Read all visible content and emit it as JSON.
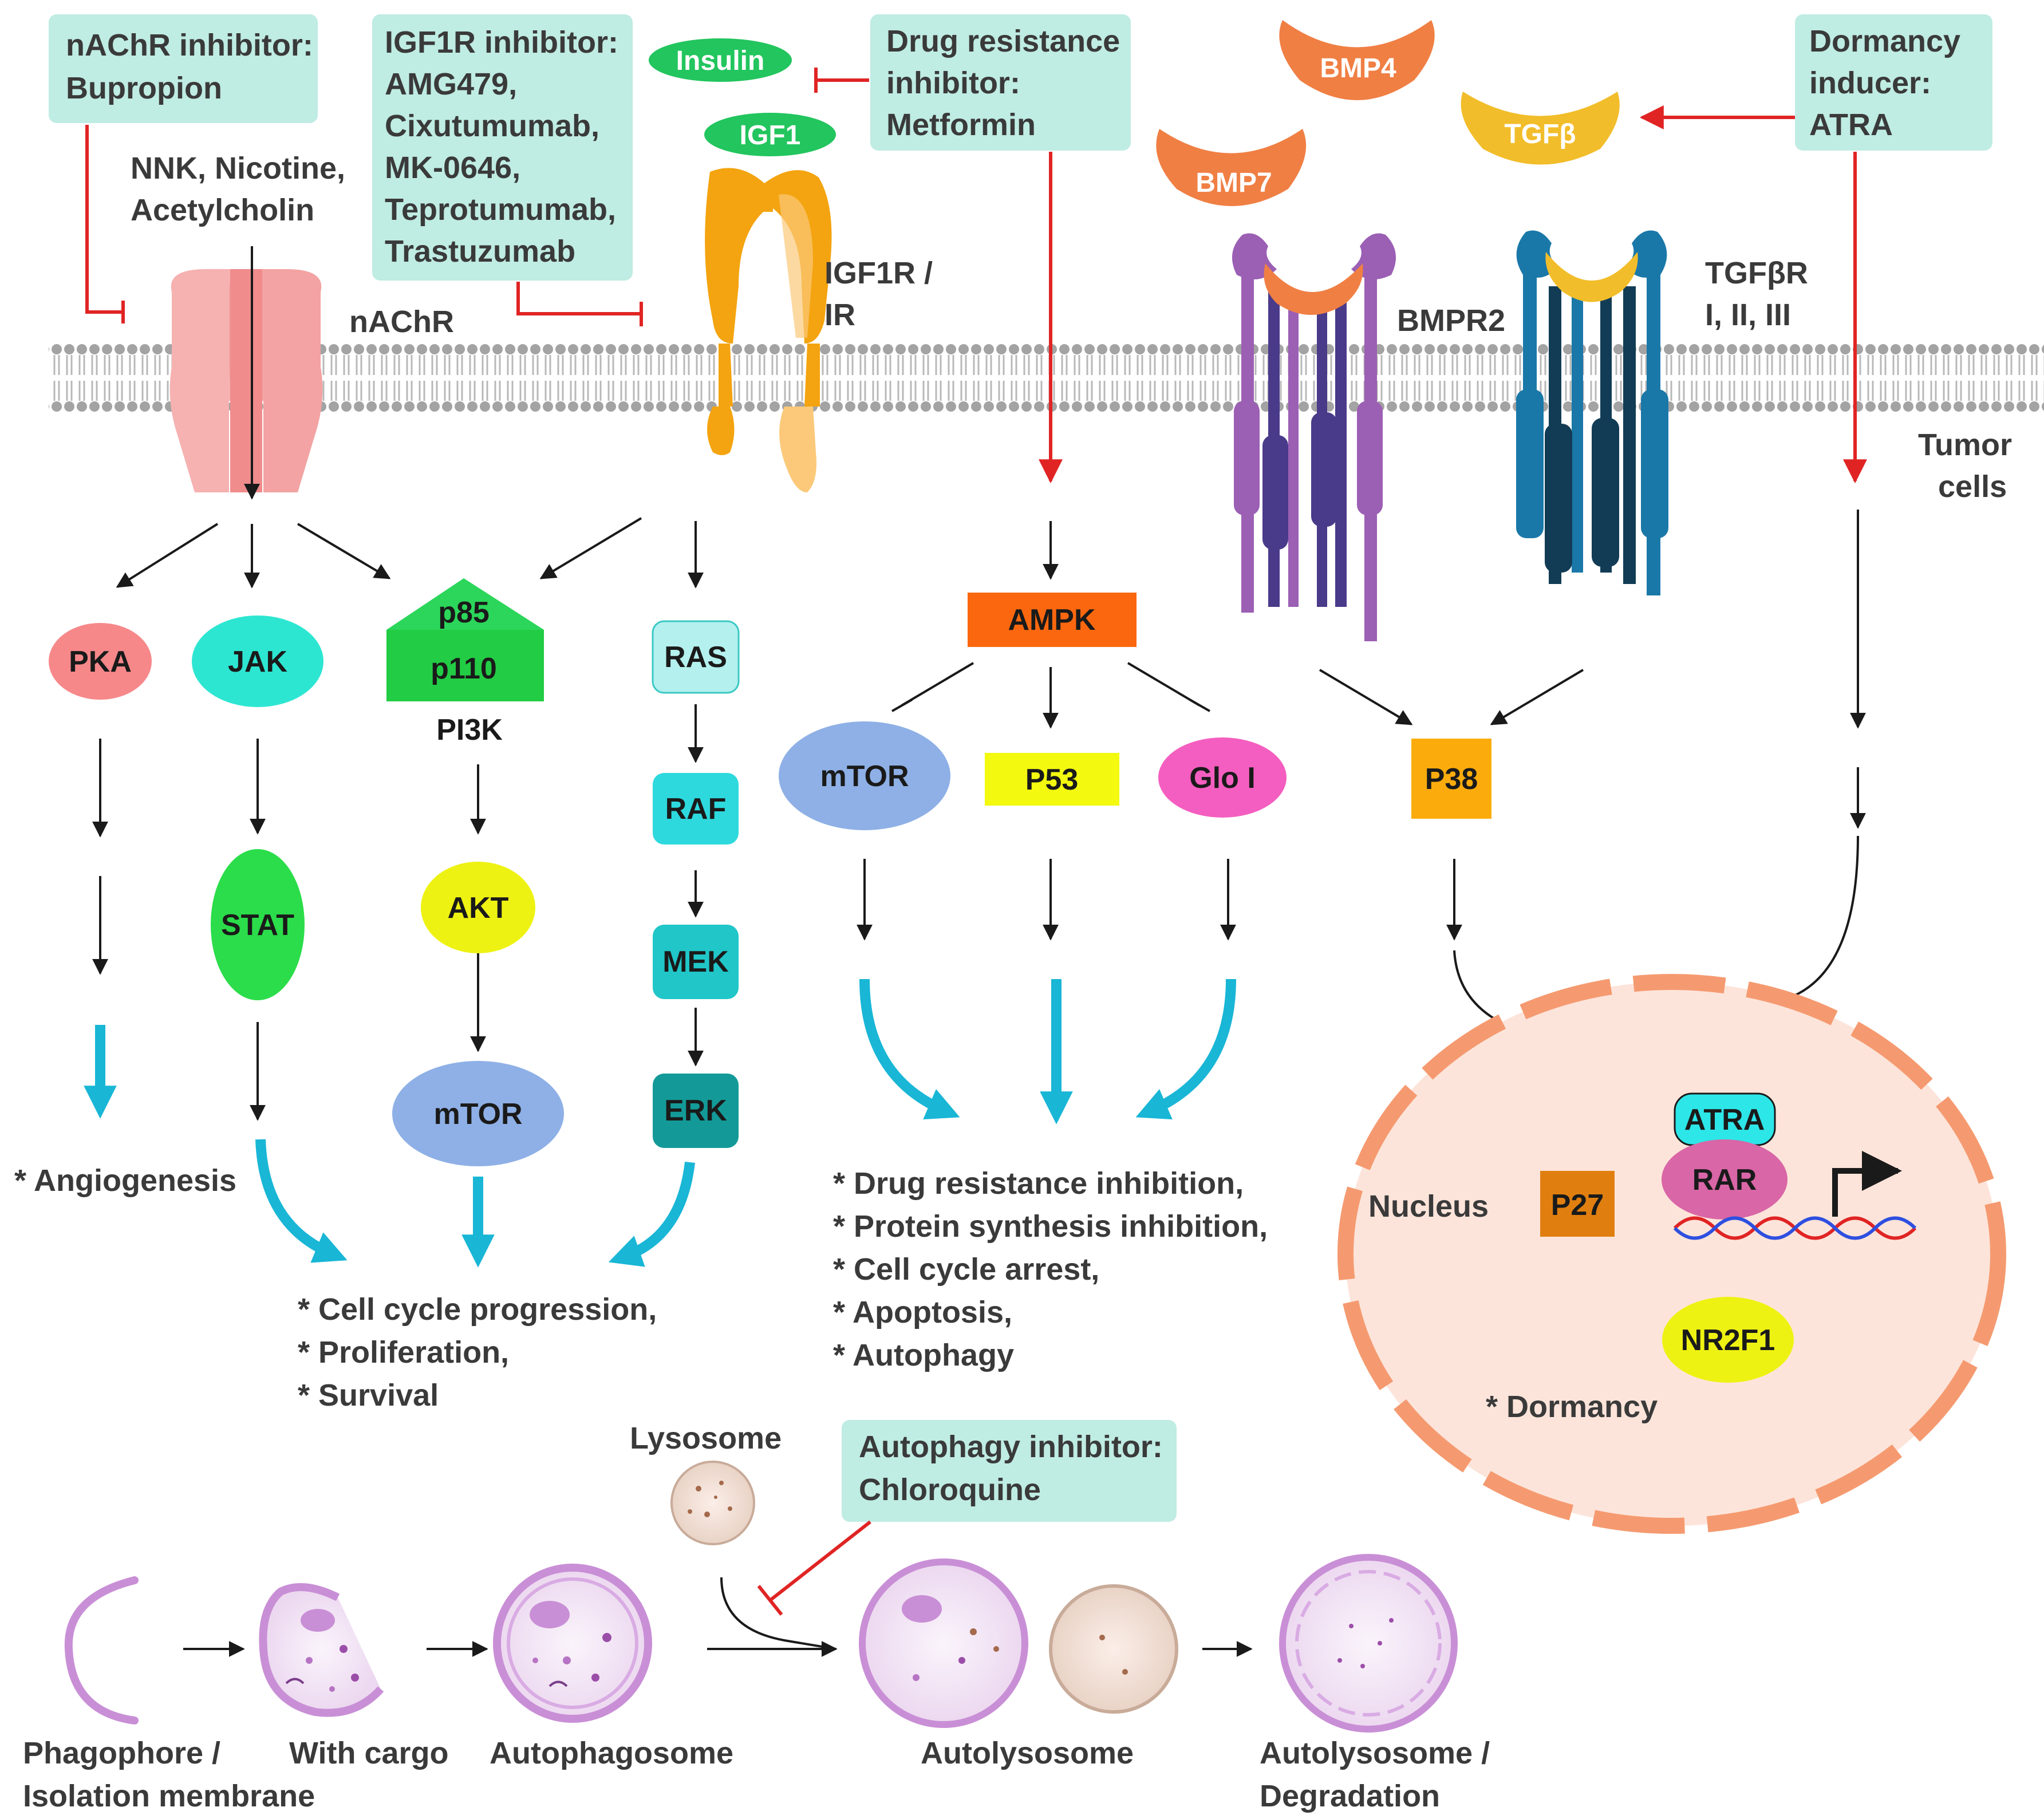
{
  "drug_boxes": {
    "nachr_inhibitor": {
      "line1": "nAChR inhibitor:",
      "line2": "Bupropion"
    },
    "igf1r_inhibitor": {
      "line1": "IGF1R inhibitor:",
      "line2": "AMG479,",
      "line3": "Cixutumumab,",
      "line4": "MK-0646,",
      "line5": "Teprotumumab,",
      "line6": "Trastuzumab"
    },
    "drug_resistance_inhibitor": {
      "line1": "Drug resistance",
      "line2": "inhibitor:",
      "line3": "Metformin"
    },
    "dormancy_inducer": {
      "line1": "Dormancy",
      "line2": "inducer:",
      "line3": "ATRA"
    },
    "autophagy_inhibitor": {
      "line1": "Autophagy inhibitor:",
      "line2": "Chloroquine"
    }
  },
  "ligands": {
    "nachr_ligands": {
      "line1": "NNK, Nicotine,",
      "line2": "Acetylcholin"
    },
    "insulin": "Insulin",
    "igf1": "IGF1",
    "bmp4": "BMP4",
    "bmp7": "BMP7",
    "tgfb": "TGFβ"
  },
  "receptors": {
    "nachr": "nAChR",
    "igf1r": {
      "line1": "IGF1R /",
      "line2": "IR"
    },
    "bmpr2": "BMPR2",
    "tgfbr": {
      "line1": "TGFβR",
      "line2": "I, II, III"
    },
    "tumor_cells": {
      "line1": "Tumor",
      "line2": "cells"
    }
  },
  "nodes": {
    "pka": "PKA",
    "jak": "JAK",
    "p85": "p85",
    "p110": "p110",
    "pi3k": "PI3K",
    "ras": "RAS",
    "raf": "RAF",
    "mek": "MEK",
    "erk": "ERK",
    "stat": "STAT",
    "akt": "AKT",
    "mtor_left": "mTOR",
    "ampk": "AMPK",
    "mtor_mid": "mTOR",
    "p53": "P53",
    "glo1": "Glo I",
    "p38": "P38",
    "atra": "ATRA",
    "rar": "RAR",
    "p27": "P27",
    "nr2f1": "NR2F1",
    "nucleus": "Nucleus"
  },
  "outcomes": {
    "angiogenesis": "* Angiogenesis",
    "left": {
      "line1": "* Cell cycle progression,",
      "line2": "* Proliferation,",
      "line3": "* Survival"
    },
    "mid": {
      "line1": "* Drug resistance inhibition,",
      "line2": "* Protein synthesis inhibition,",
      "line3": "* Cell cycle arrest,",
      "line4": "* Apoptosis,",
      "line5": "* Autophagy"
    },
    "dormancy": "* Dormancy"
  },
  "autophagy": {
    "lysosome": "Lysosome",
    "phagophore": {
      "line1": "Phagophore /",
      "line2": "Isolation membrane"
    },
    "with_cargo": "With cargo",
    "autophagosome": "Autophagosome",
    "autolysosome": "Autolysosome",
    "degradation": {
      "line1": "Autolysosome /",
      "line2": "Degradation"
    }
  },
  "colors": {
    "inhibit_red": "#e02424",
    "arrow_black": "#1a1a1a",
    "cyan_arrow": "#19b6d6",
    "drug_box": "#bfece3",
    "igf1r_orange": "#f4a410",
    "nucleus_fill": "#fde4da",
    "nucleus_border": "#f59a70"
  }
}
